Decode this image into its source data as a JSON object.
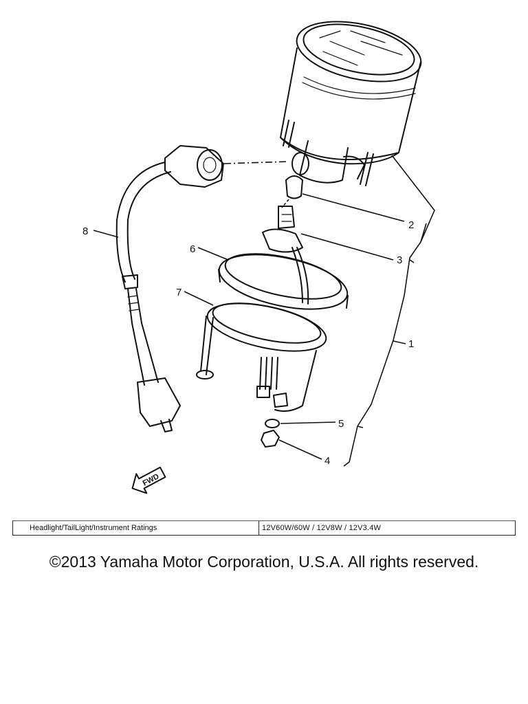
{
  "diagram": {
    "callouts": [
      {
        "id": "1",
        "label": "1"
      },
      {
        "id": "2",
        "label": "2"
      },
      {
        "id": "3",
        "label": "3"
      },
      {
        "id": "4",
        "label": "4"
      },
      {
        "id": "5",
        "label": "5"
      },
      {
        "id": "6",
        "label": "6"
      },
      {
        "id": "7",
        "label": "7"
      },
      {
        "id": "8",
        "label": "8"
      }
    ],
    "direction_arrow_text": "FWD"
  },
  "ratings": {
    "label": "Headlight/TailLight/Instrument Ratings",
    "value": "12V60W/60W  /  12V8W  /  12V3.4W"
  },
  "copyright": "©2013 Yamaha Motor Corporation, U.S.A. All rights reserved."
}
